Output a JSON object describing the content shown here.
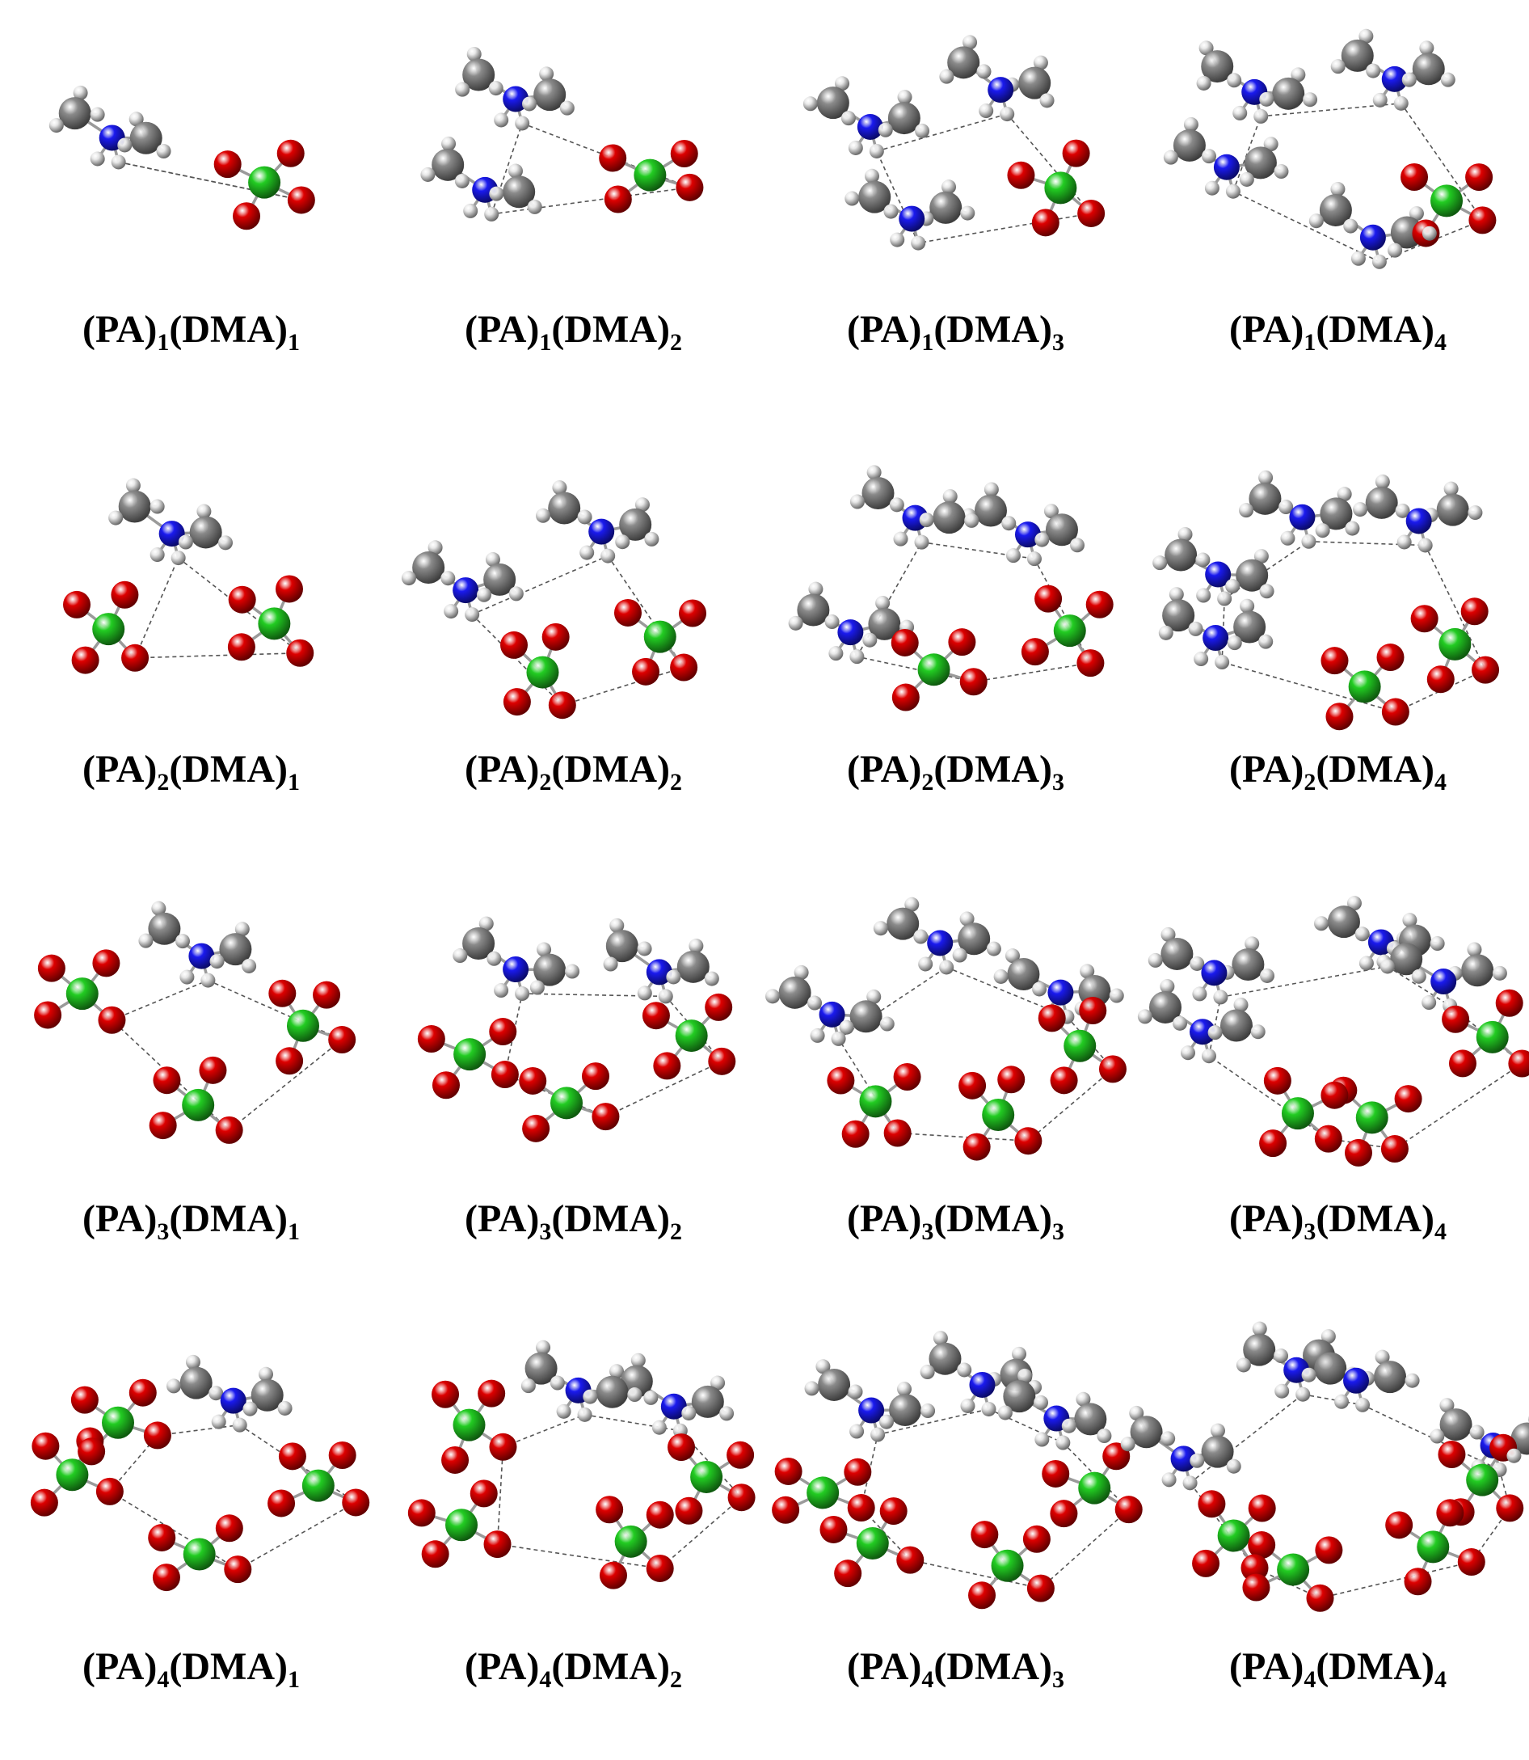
{
  "figure": {
    "panels": [
      {
        "pa": "1",
        "dma": "1",
        "label_prefix": "(PA)",
        "label_mid": "(DMA)"
      },
      {
        "pa": "1",
        "dma": "2",
        "label_prefix": "(PA)",
        "label_mid": "(DMA)"
      },
      {
        "pa": "1",
        "dma": "3",
        "label_prefix": "(PA)",
        "label_mid": "(DMA)"
      },
      {
        "pa": "1",
        "dma": "4",
        "label_prefix": "(PA)",
        "label_mid": "(DMA)"
      },
      {
        "pa": "2",
        "dma": "1",
        "label_prefix": "(PA)",
        "label_mid": "(DMA)"
      },
      {
        "pa": "2",
        "dma": "2",
        "label_prefix": "(PA)",
        "label_mid": "(DMA)"
      },
      {
        "pa": "2",
        "dma": "3",
        "label_prefix": "(PA)",
        "label_mid": "(DMA)"
      },
      {
        "pa": "2",
        "dma": "4",
        "label_prefix": "(PA)",
        "label_mid": "(DMA)"
      },
      {
        "pa": "3",
        "dma": "1",
        "label_prefix": "(PA)",
        "label_mid": "(DMA)"
      },
      {
        "pa": "3",
        "dma": "2",
        "label_prefix": "(PA)",
        "label_mid": "(DMA)"
      },
      {
        "pa": "3",
        "dma": "3",
        "label_prefix": "(PA)",
        "label_mid": "(DMA)"
      },
      {
        "pa": "3",
        "dma": "4",
        "label_prefix": "(PA)",
        "label_mid": "(DMA)"
      },
      {
        "pa": "4",
        "dma": "1",
        "label_prefix": "(PA)",
        "label_mid": "(DMA)"
      },
      {
        "pa": "4",
        "dma": "2",
        "label_prefix": "(PA)",
        "label_mid": "(DMA)"
      },
      {
        "pa": "4",
        "dma": "3",
        "label_prefix": "(PA)",
        "label_mid": "(DMA)"
      },
      {
        "pa": "4",
        "dma": "4",
        "label_prefix": "(PA)",
        "label_mid": "(DMA)"
      }
    ]
  },
  "colors": {
    "chlorine": "#22cc22",
    "oxygen": "#dd0000",
    "nitrogen": "#1a1aee",
    "carbon": "#8a8a8a",
    "hydrogen": "#e8e8e8",
    "bond": "#9a9a9a",
    "hbond": "#555555"
  }
}
